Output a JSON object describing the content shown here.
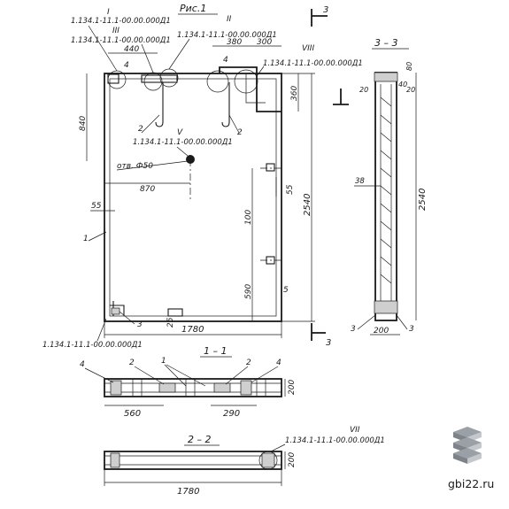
{
  "figure": {
    "title": "Рис.1",
    "section_3_3": "3 – 3",
    "section_1_1": "1 – 1",
    "section_2_2": "2 – 2",
    "cut_mark": "3"
  },
  "references": {
    "I": {
      "mark": "I",
      "code": "1.134.1-11.1-00.00.000Д1"
    },
    "III": {
      "mark": "III",
      "code": "1.134.1-11.1-00.00.000Д1"
    },
    "II": {
      "mark": "II",
      "code": "1.134.1-11.1-00.00.000Д1"
    },
    "VIII": {
      "mark": "VIII",
      "code": "1.134.1-11.1-00.00.000Д1"
    },
    "V": {
      "mark": "V",
      "code": "1.134.1-11.1-00.00.000Д1"
    },
    "VI": {
      "code": "1.134.1-11.1-00.00.000Д1"
    },
    "VII": {
      "mark": "VII",
      "code": "1.134.1-11.1-00.00.000Д1"
    }
  },
  "hole_label": "отв. Ф50",
  "dimensions": {
    "d440": "440",
    "d380": "380",
    "d300": "300",
    "d360": "360",
    "d840": "840",
    "d870": "870",
    "d55a": "55",
    "d55b": "55",
    "d100": "100",
    "d590": "590",
    "d25": "25",
    "d1780": "1780",
    "d2540": "2540",
    "s_80": "80",
    "s_20a": "20",
    "s_40": "40",
    "s_20b": "20",
    "s_38": "38",
    "s_2540": "2540",
    "s_200": "200",
    "p_560": "560",
    "p_290": "290",
    "p_200": "200",
    "q_1780": "1780",
    "q_200": "200"
  },
  "positions": {
    "p1": "1",
    "p2a": "2",
    "p2b": "2",
    "p3": "3",
    "p4": "4",
    "p5": "5",
    "ss3a": "3",
    "ss3b": "3",
    "s1": "1",
    "s2a": "2",
    "s2b": "2",
    "s4a": "4",
    "s4b": "4"
  },
  "watermark": {
    "site": "gbi22.ru"
  }
}
